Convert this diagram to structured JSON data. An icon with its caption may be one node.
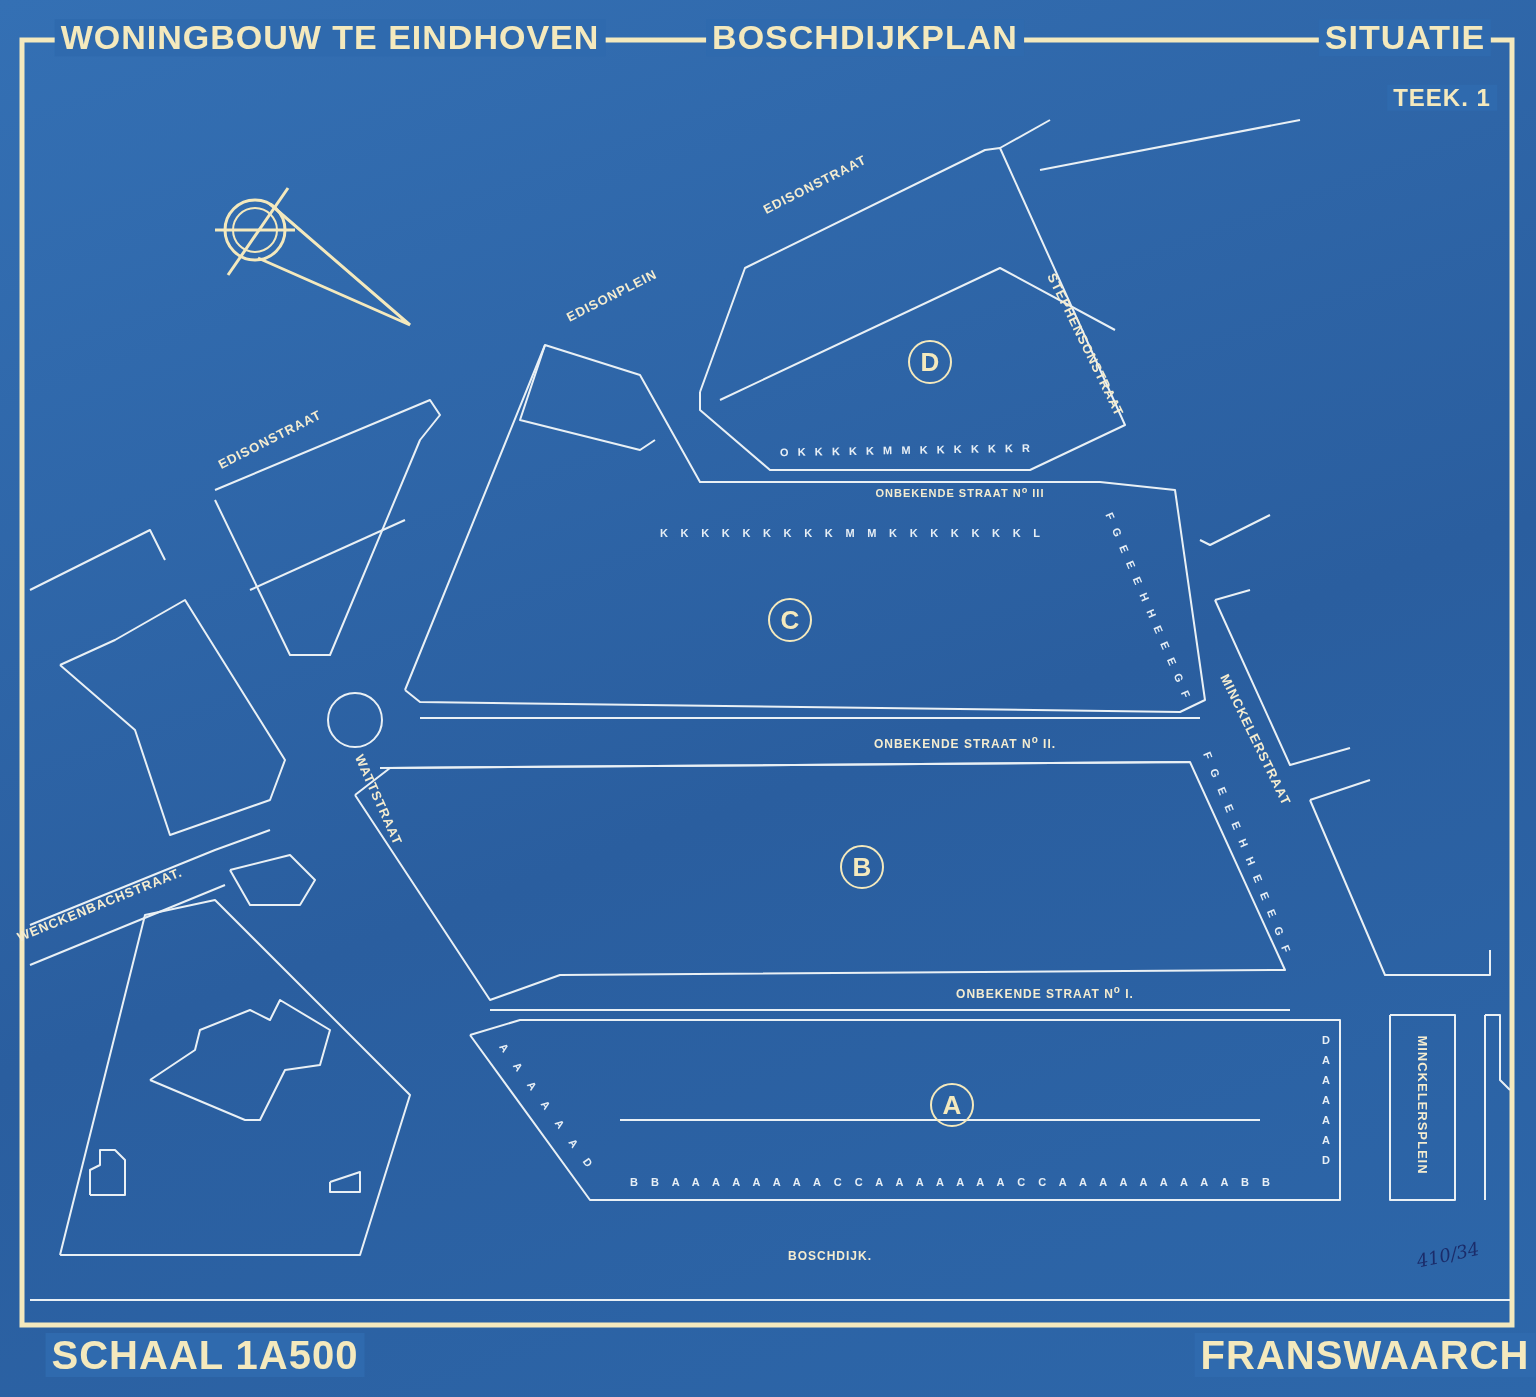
{
  "diagram": {
    "title": "WONINGBOUW TE EINDHOVEN",
    "nodes": [
      {
        "text": [
          "D"
        ]
      },
      {
        "text": [
          "C"
        ]
      },
      {
        "text": [
          "B"
        ]
      },
      {
        "text": [
          "A"
        ]
      }
    ],
    "labels": [
      "BOSCHDIJKPLAN",
      "SITUATIE",
      "TEEK. 1",
      "EDISONSTRAAT",
      "EDISONPLEIN",
      "STEPHENSONSTRAAT",
      "EDISONSTRAAT",
      "O K K K K K M M K K K K K K R",
      "ONBEKENDE STRAAT N$^{o}$ III",
      "K K K K K K K K K M M K K K K K K K L",
      "ONBEKENDE STRAAT N$^{o}$ II.",
      "MINCKELERSTRAAT",
      "F G E E E H H E E E G F",
      "F G E E E H H E E E G F",
      "WATTSTRAAT",
      "WENCKENBACHSTRAAT.",
      "ONBEKENDE STRAAT N$^{o}$ I.",
      "A A A A A A D",
      "B B A A A A A A A A C C A A A A A A A C C A A A A A A A A A B B",
      "D A A A A A D",
      "MINCKELERSPLEIN",
      "BOSCHDIJK.",
      "410/34",
      "SCHAAL 1A500",
      "FRANSWAARCH"
    ]
  }
}
